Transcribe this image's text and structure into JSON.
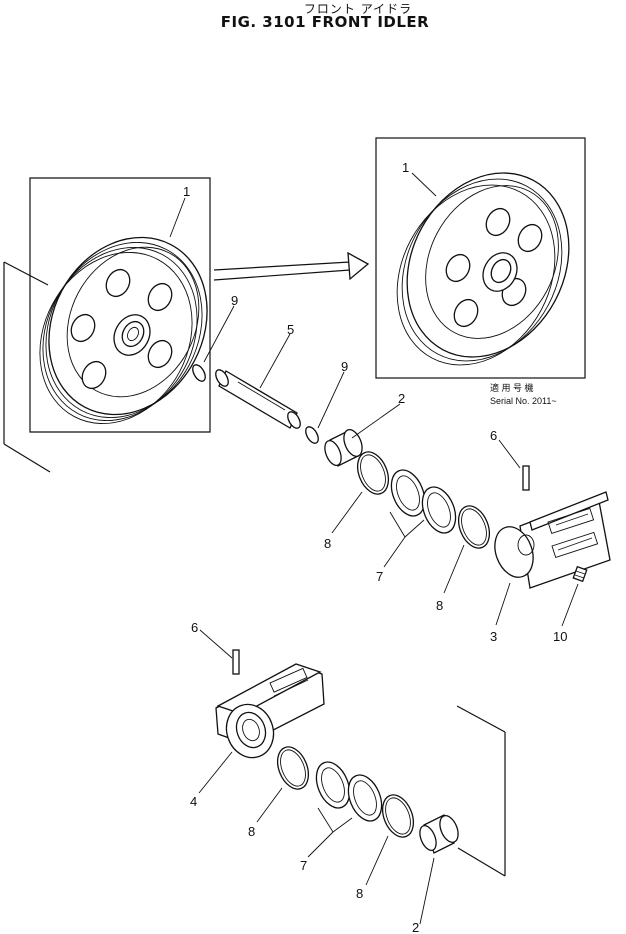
{
  "title": {
    "japanese": "フロント アイドラ",
    "english": "FIG. 3101  FRONT IDLER"
  },
  "serial_note": {
    "line1": "適 用 号 機",
    "line2": "Serial No. 2011~"
  },
  "callouts": {
    "c1_left": "1",
    "c1_right": "1",
    "c9_a": "9",
    "c9_b": "9",
    "c5": "5",
    "c2_top": "2",
    "c6_top": "6",
    "c8_a": "8",
    "c7_a": "7",
    "c8_b": "8",
    "c3": "3",
    "c10": "10",
    "c6_bottom": "6",
    "c4": "4",
    "c8_c": "8",
    "c7_b": "7",
    "c8_d": "8",
    "c2_bottom": "2"
  }
}
